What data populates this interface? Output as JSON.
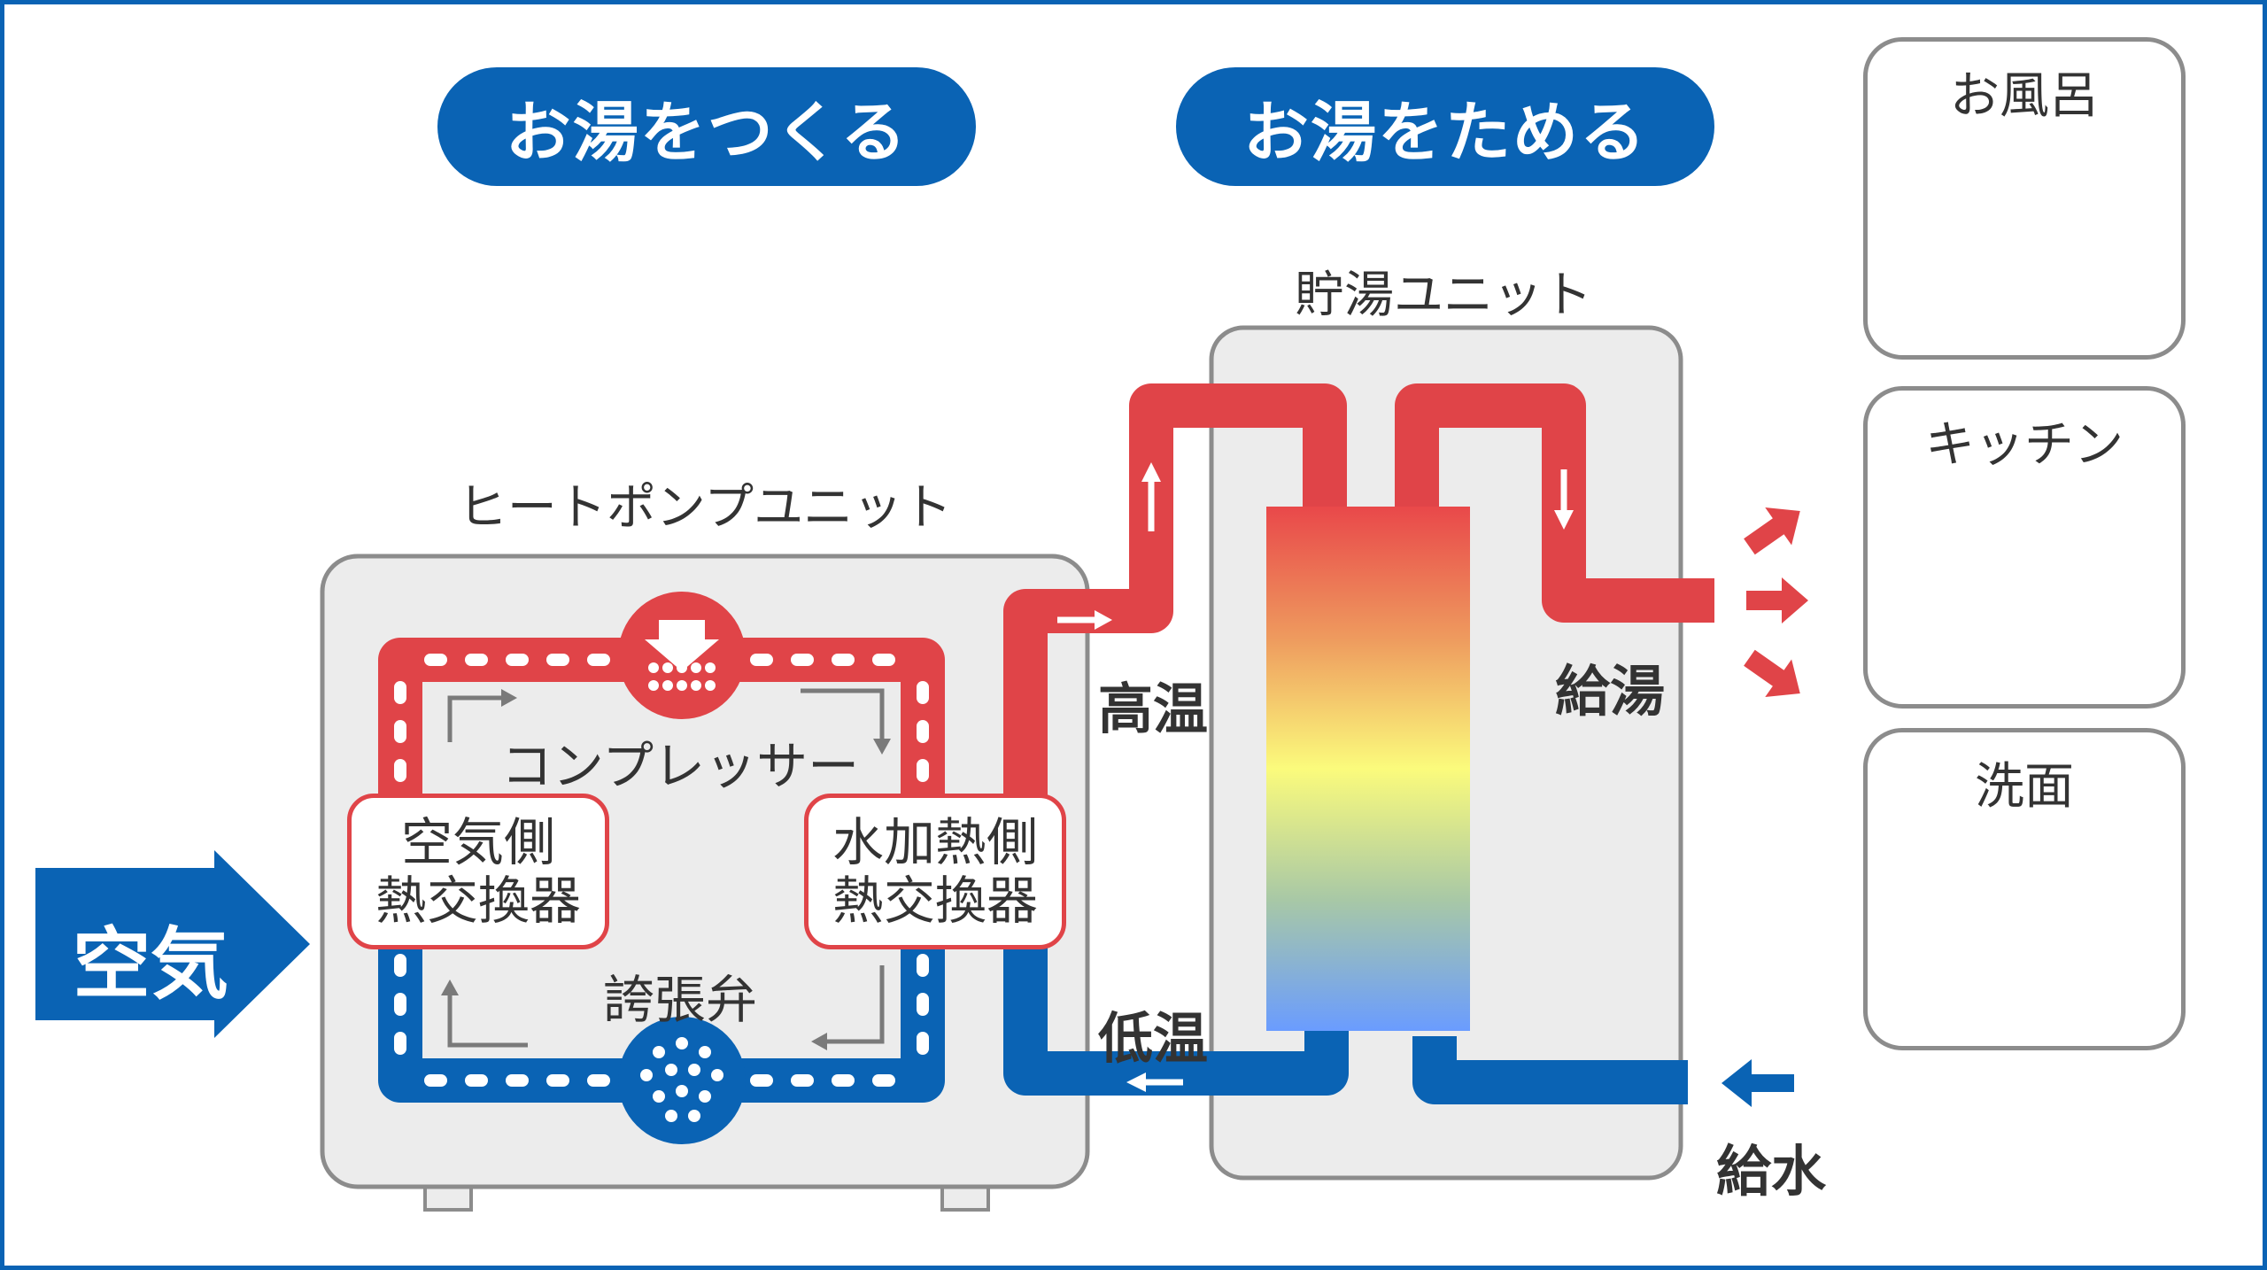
{
  "headers": {
    "make_hot_water": "お湯をつくる",
    "store_hot_water": "お湯をためる"
  },
  "units": {
    "heat_pump": "ヒートポンプユニット",
    "storage": "貯湯ユニット"
  },
  "components": {
    "compressor": "コンプレッサー",
    "air_exchanger_line1": "空気側",
    "air_exchanger_line2": "熱交換器",
    "water_exchanger_line1": "水加熱側",
    "water_exchanger_line2": "熱交換器",
    "expansion_valve": "誇張弁"
  },
  "flows": {
    "air": "空気",
    "high_temp": "高温",
    "low_temp": "低温",
    "hot_supply": "給湯",
    "water_supply": "給水"
  },
  "uses": {
    "bath": "お風呂",
    "kitchen": "キッチン",
    "washroom": "洗面"
  },
  "colors": {
    "hot": "#e04448",
    "cold": "#0a63b4",
    "unit_fill": "#ececec",
    "unit_border": "#8c8c8c"
  }
}
